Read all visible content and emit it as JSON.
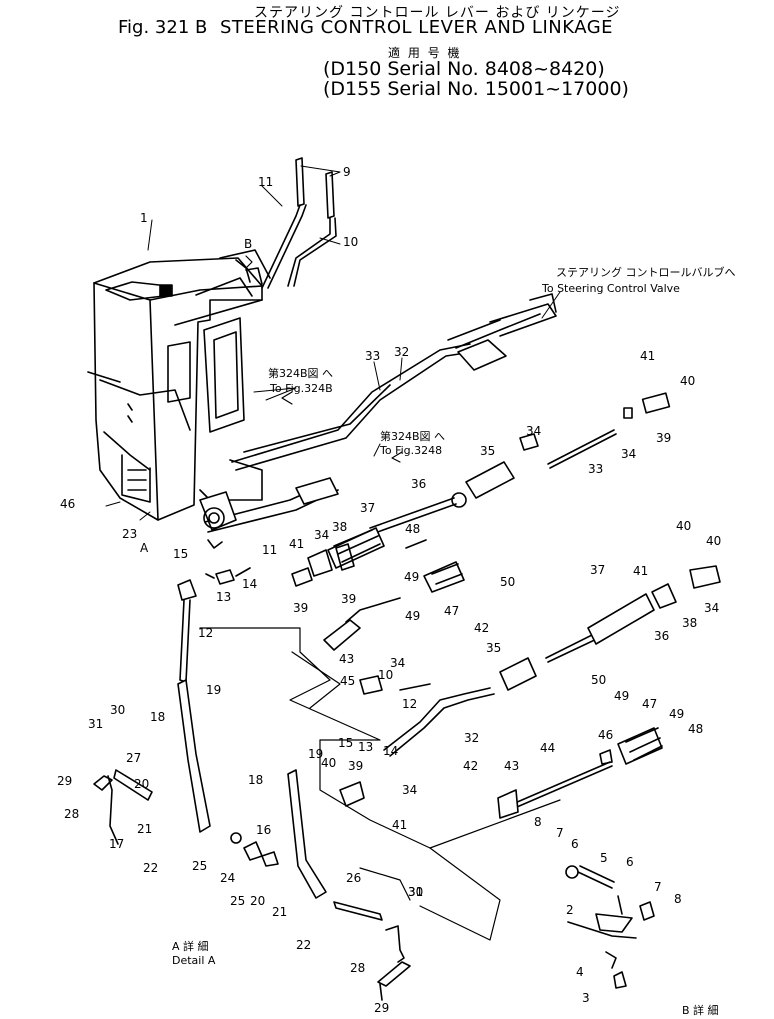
{
  "header": {
    "jp_title": "ステアリング コントロール レバー および リンケージ",
    "fig_number": "Fig. 321 B",
    "en_title": "STEERING CONTROL LEVER AND LINKAGE",
    "applicability_label": "適 用 号 機",
    "serial_lines": [
      "(D150 Serial No. 8408~8420)",
      "(D155 Serial No. 15001~17000)"
    ]
  },
  "callouts": {
    "to_valve_jp": "ステアリング コントロールバルブへ",
    "to_valve_en": "To Steering Control Valve",
    "fig324_jp_a": "第324B図 へ",
    "fig324_en_a": "To Fig.324B",
    "fig324_jp_b": "第324B図 へ",
    "fig324_en_b": "To Fig.3248",
    "detail_a_jp": "A 詳 細",
    "detail_a_en": "Detail A",
    "detail_b_jp": "B 詳 細",
    "view_a": "A",
    "view_b": "B"
  },
  "part_numbers": [
    "9",
    "11",
    "10",
    "1",
    "B",
    "33",
    "32",
    "41",
    "40",
    "39",
    "34",
    "33",
    "35",
    "34",
    "36",
    "38",
    "37",
    "34",
    "48",
    "49",
    "50",
    "47",
    "49",
    "46",
    "23",
    "A",
    "15",
    "13",
    "12",
    "14",
    "11",
    "41",
    "39",
    "40",
    "40",
    "41",
    "37",
    "36",
    "38",
    "34",
    "39",
    "43",
    "45",
    "42",
    "35",
    "34",
    "10",
    "12",
    "15",
    "13",
    "14",
    "32",
    "19",
    "30",
    "31",
    "18",
    "27",
    "29",
    "28",
    "20",
    "21",
    "17",
    "22",
    "25",
    "24",
    "25",
    "20",
    "21",
    "22",
    "19",
    "40",
    "18",
    "16",
    "39",
    "34",
    "41",
    "26",
    "31",
    "30",
    "28",
    "29",
    "50",
    "49",
    "47",
    "49",
    "48",
    "46",
    "44",
    "42",
    "43",
    "8",
    "7",
    "6",
    "5",
    "2",
    "6",
    "7",
    "8",
    "4",
    "3"
  ]
}
